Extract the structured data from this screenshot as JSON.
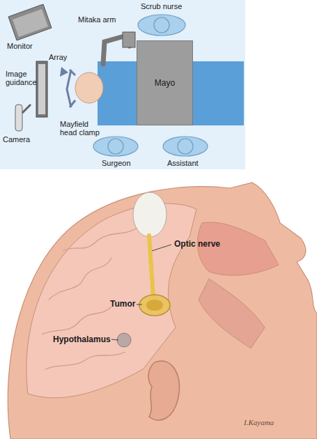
{
  "diagram": {
    "nodes": [
      {
        "text": [
          "Mayo"
        ]
      }
    ],
    "labels": [
      "Monitor",
      "Mitaka arm",
      "Scrub nurse",
      "Array",
      "Image guidance",
      "Mayfield head clamp",
      "Camera",
      "Surgeon",
      "Assistant",
      "Optic nerve",
      "Tumor",
      "Hypothalamus",
      "I.Kayama"
    ]
  }
}
